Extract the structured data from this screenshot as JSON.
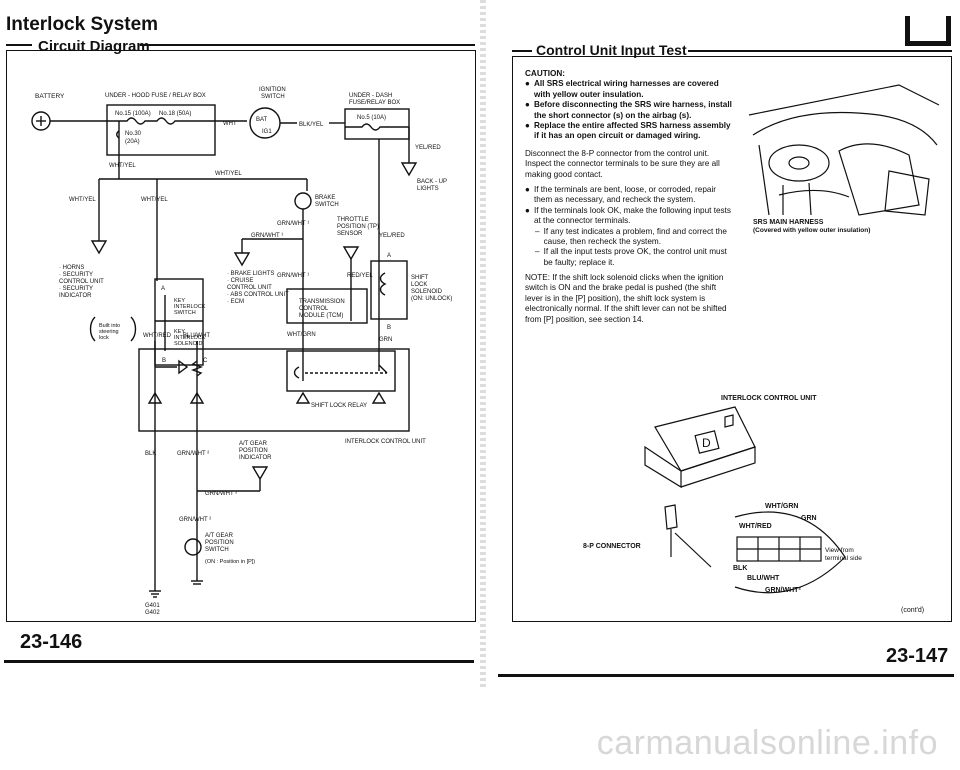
{
  "left": {
    "title": "Interlock System",
    "subtitle": "Circuit Diagram",
    "page_number": "23-146"
  },
  "diagram": {
    "battery": "BATTERY",
    "underhood_box": "UNDER - HOOD FUSE / RELAY BOX",
    "fuse15": "No.15 (100A)",
    "fuse18": "No.18 (50A)",
    "fuse30": "No.30",
    "fuse30_amp": "(20A)",
    "ignition_switch": "IGNITION",
    "ignition_switch2": "SWITCH",
    "bat": "BAT",
    "ig1": "IG1",
    "underdash_box": "UNDER - DASH",
    "underdash_box2": "FUSE/RELAY BOX",
    "fuse5": "No.5 (10A)",
    "wht_top": "WHT",
    "blk_yel": "BLK/YEL",
    "yel_red_top": "YEL/RED",
    "backup_lights": "BACK - UP",
    "backup_lights2": "LIGHTS",
    "wht_yel_1": "WHT/YEL",
    "wht_yel_2": "WHT/YEL",
    "wht_yel_3": "WHT/YEL",
    "wht_yel_4": "WHT/YEL",
    "horns_list": [
      "· HORNS",
      "· SECURITY",
      "  CONTROL UNIT",
      "· SECURITY",
      "  INDICATOR"
    ],
    "built_into": "Built into",
    "steering": "steering",
    "lock": "lock",
    "key_interlock_switch": [
      "KEY",
      "INTERLOCK",
      "SWITCH"
    ],
    "key_interlock_solenoid": [
      "KEY",
      "INTERLOCK",
      "SOLENOID"
    ],
    "brake_switch": [
      "BRAKE",
      "SWITCH"
    ],
    "grn_wht_1": "GRN/WHT ¹",
    "grn_wht_2": "GRN/WHT ¹",
    "grn_wht_3": "GRN/WHT ¹",
    "tp_sensor": [
      "THROTTLE",
      "POSITION (TP)",
      "SENSOR"
    ],
    "yel_red_mid": "YEL/RED",
    "brake_lights_list": [
      "· BRAKE LIGHTS",
      "· CRUISE",
      "  CONTROL UNIT",
      "· ABS CONTROL UNIT",
      "· ECM"
    ],
    "red_yel": "RED/YEL",
    "tcm": [
      "TRANSMISSION",
      "CONTROL",
      "MODULE (TCM)"
    ],
    "shift_lock_solenoid": [
      "SHIFT",
      "LOCK",
      "SOLENOID",
      "(ON: UNLOCK)"
    ],
    "wht_red": "WHT/RED",
    "blu_wht": "BLU/WHT",
    "wht_grn": "WHT/GRN",
    "grn": "GRN",
    "shift_lock_relay": "SHIFT LOCK RELAY",
    "interlock_control_unit": "INTERLOCK CONTROL UNIT",
    "blk": "BLK",
    "grn_wht_4": "GRN/WHT ²",
    "at_gear_indicator": [
      "A/T GEAR",
      "POSITION",
      "INDICATOR"
    ],
    "grn_wht_5": "GRN/WHT ²",
    "grn_wht_6": "GRN/WHT ²",
    "at_gear_switch": [
      "A/T GEAR",
      "POSITION",
      "SWITCH"
    ],
    "on_position": "(ON : Position in [P])",
    "grounds": [
      "G401",
      "G402"
    ],
    "conn_a1": "A",
    "conn_b1": "B",
    "conn_c1": "C",
    "conn_a2": "A",
    "conn_b2": "B"
  },
  "right": {
    "section_title": "Control Unit Input Test",
    "caution_heading": "CAUTION:",
    "caution_items": [
      "All SRS electrical wiring harnesses are covered with yellow outer insulation.",
      "Before disconnecting the SRS wire harness, install the short connector (s) on the airbag (s).",
      "Replace the entire affected SRS harness assembly if it has an open circuit or damaged wiring."
    ],
    "para1": "Disconnect the 8-P connector from the control unit. Inspect the connector terminals to be sure they are all making good contact.",
    "bullets": [
      "If the terminals are bent, loose, or corroded, repair them as necessary, and recheck the system.",
      "If the terminals look OK, make the following input tests at the connector terminals."
    ],
    "sub_items": [
      "If any test indicates a problem, find and correct the cause, then recheck the system.",
      "If all the input tests prove OK, the control unit must be faulty; replace it."
    ],
    "note": "NOTE:  If the shift lock solenoid clicks when the ignition switch is ON and the brake pedal is pushed (the shift lever is in the [P] position), the shift lock system is electronically normal. If the shift lever can not be shifted from [P] position, see section 14.",
    "srs_label": "SRS MAIN HARNESS",
    "srs_sub": "(Covered with yellow outer insulation)",
    "icu_label": "INTERLOCK CONTROL UNIT",
    "connector_label": "8-P CONNECTOR",
    "pins": [
      "WHT/GRN",
      "GRN",
      "WHT/RED",
      "BLK",
      "BLU/WHT",
      "GRN/WHT²"
    ],
    "view_from": [
      "View from",
      "terminal side"
    ],
    "contd": "(cont'd)",
    "page_number": "23-147"
  },
  "watermark": "carmanualsonline.info"
}
